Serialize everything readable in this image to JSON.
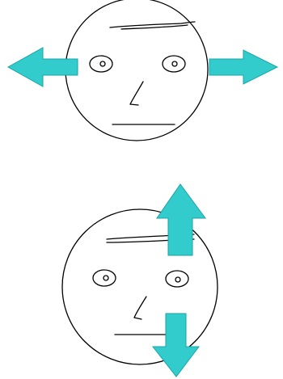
{
  "colors": {
    "line": "#000000",
    "arrow": "#33CCCC",
    "arrow_stroke": "#1aa5a5",
    "background": "#FFFFFF"
  },
  "figures": [
    {
      "name": "face-horizontal-arrows",
      "arrows": [
        "left",
        "right"
      ]
    },
    {
      "name": "face-vertical-arrows",
      "arrows": [
        "up",
        "down"
      ]
    }
  ]
}
